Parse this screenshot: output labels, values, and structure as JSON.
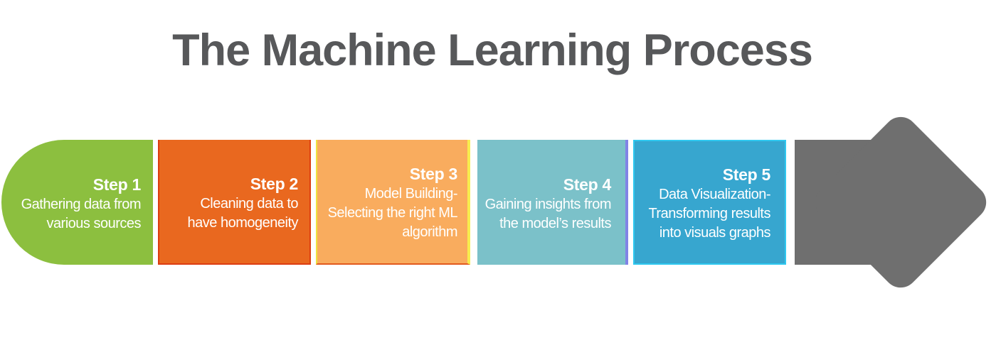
{
  "title": {
    "text": "The Machine Learning Process",
    "color": "#57585A"
  },
  "steps": [
    {
      "label": "Step 1",
      "description": "Gathering data from\nvarious sources",
      "color": "#8CBF3F"
    },
    {
      "label": "Step 2",
      "description": "Cleaning data to\nhave homogeneity",
      "color": "#E9681F"
    },
    {
      "label": "Step 3",
      "description": "Model Building-\nSelecting the right ML\nalgorithm",
      "color": "#F9AC5E"
    },
    {
      "label": "Step 4",
      "description": "Gaining insights from\nthe model’s results",
      "color": "#7BC1C9"
    },
    {
      "label": "Step 5",
      "description": "Data Visualization-\nTransforming results\ninto visuals graphs",
      "color": "#37A6CF"
    }
  ],
  "arrow": {
    "color": "#6F6F6F"
  },
  "text_color": "#FFFFFF"
}
